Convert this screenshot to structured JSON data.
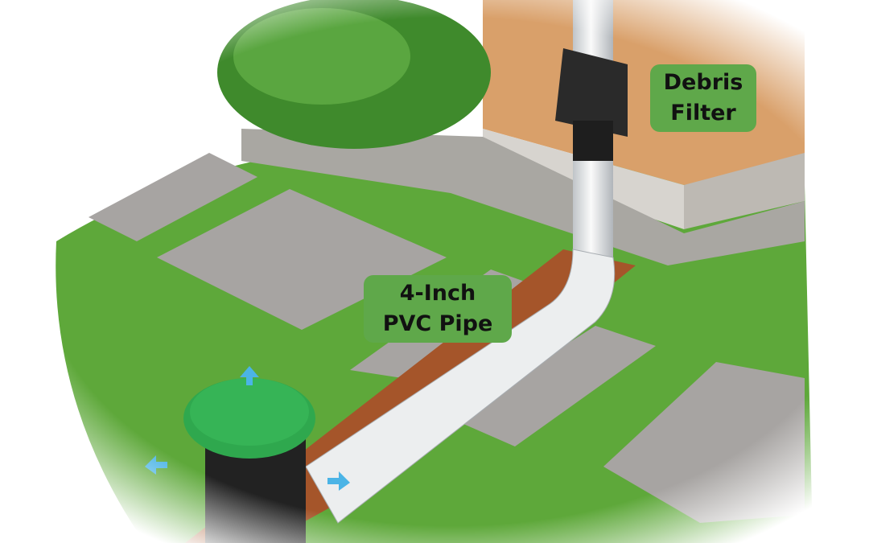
{
  "labels": {
    "debris_filter": [
      "Debris",
      "Filter"
    ],
    "pvc_pipe": [
      "4-Inch",
      "PVC Pipe"
    ]
  },
  "colors": {
    "label_bg": "#5fa84a",
    "grass": "#5ea83a",
    "lid": "#2fa84e",
    "water": "#4bb4e6"
  }
}
